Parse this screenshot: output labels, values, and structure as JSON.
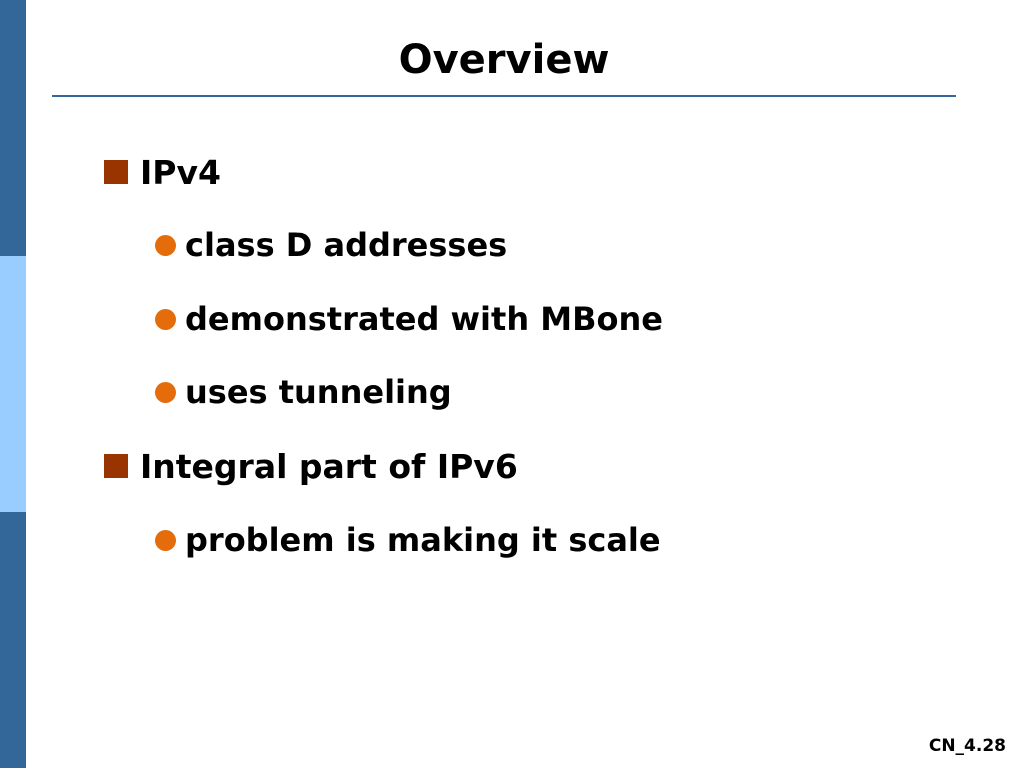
{
  "slide": {
    "title": "Overview",
    "footer": "CN_4.28"
  },
  "colors": {
    "sidebar_dark": "#336699",
    "sidebar_light": "#99ccff",
    "rule": "#336699",
    "level1_bullet": "#993300",
    "level2_bullet": "#e46c0a"
  },
  "bullets": [
    {
      "level": 1,
      "text": "IPv4"
    },
    {
      "level": 2,
      "text": "class D addresses"
    },
    {
      "level": 2,
      "text": "demonstrated with MBone"
    },
    {
      "level": 2,
      "text": "uses tunneling"
    },
    {
      "level": 1,
      "text": "Integral part of IPv6"
    },
    {
      "level": 2,
      "text": "problem is making it scale"
    }
  ]
}
